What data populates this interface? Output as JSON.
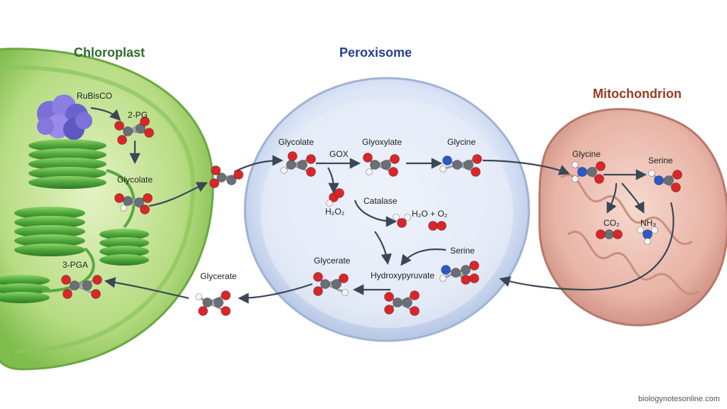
{
  "titles": {
    "chloroplast": "Chloroplast",
    "peroxisome": "Peroxisome",
    "mitochondrion": "Mitochondrion"
  },
  "colors": {
    "chloroplast_title": "#2f6b2c",
    "peroxisome_title": "#24408e",
    "mitochondrion_title": "#9c3a1e",
    "arrow": "#3a4756"
  },
  "chloroplast": {
    "rubisco": "RuBisCO",
    "two_pg": "2-PG",
    "glycolate": "Glycolate",
    "three_pga": "3-PGA"
  },
  "peroxisome": {
    "glycolate": "Glycolate",
    "gox": "GOX",
    "glyoxylate": "Glyoxylate",
    "glycine": "Glycine",
    "h2o2": "H₂O₂",
    "catalase": "Catalase",
    "catalase_products": "H₂O + O₂",
    "glycerate": "Glycerate",
    "hydroxypyruvate": "Hydroxypyruvate",
    "serine": "Serine"
  },
  "mitochondrion": {
    "glycine": "Glycine",
    "serine": "Serine",
    "co2": "CO₂",
    "nh3": "NH₃"
  },
  "cytosol": {
    "glycerate": "Glycerate"
  },
  "credit": "biologynotesonline.com"
}
